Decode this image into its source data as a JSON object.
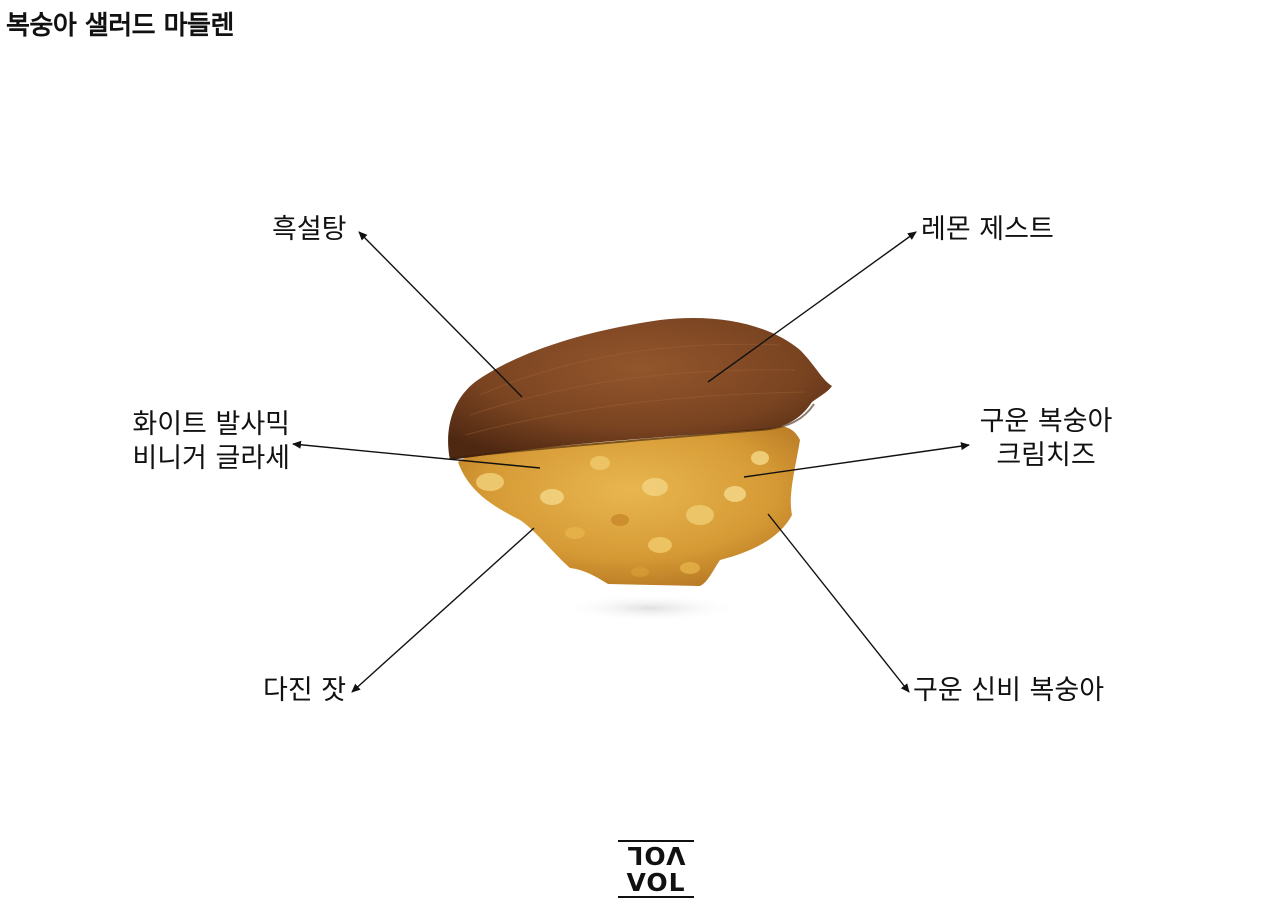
{
  "title": "복숭아 샐러드 마들렌",
  "labels": {
    "brown_sugar": "흑설탕",
    "lemon_zest": "레몬 제스트",
    "balsamic_line1": "화이트 발사믹",
    "balsamic_line2": "비니거 글라세",
    "cream_cheese_line1": "구운 복숭아",
    "cream_cheese_line2": "크림치즈",
    "pine_nut": "다진 잣",
    "mystery_peach": "구운 신비 복숭아"
  },
  "logo": {
    "top_text": "VOL",
    "bottom_text": "VOL"
  },
  "colors": {
    "crust_dark": "#6b3a1c",
    "crust_mid": "#8a4f28",
    "filling": "#d9a23c",
    "filling_light": "#efcf7a",
    "arrow": "#111111"
  }
}
